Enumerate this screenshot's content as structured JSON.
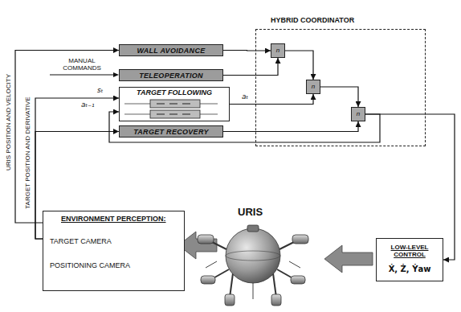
{
  "diagram": {
    "nodes": [
      {
        "text": [
          "WALL AVOIDANCE"
        ]
      },
      {
        "text": [
          "TELEOPERATION"
        ]
      },
      {
        "text": [
          "TARGET FOLLOWING"
        ]
      },
      {
        "text": [
          "TARGET RECOVERY"
        ]
      },
      {
        "text": [
          "HYBRID COORDINATOR"
        ]
      },
      {
        "text": [
          "n"
        ],
        "in": 4
      },
      {
        "text": [
          "n"
        ],
        "in": 4
      },
      {
        "text": [
          "n"
        ],
        "in": 4
      },
      {
        "text": [
          "ENVIRONMENT PERCEPTION:",
          "TARGET CAMERA",
          "POSITIONING CAMERA"
        ]
      },
      {
        "text": [
          "LOW-LEVEL CONTROL",
          "Ẋ, Ż, Ẏaw"
        ]
      }
    ],
    "edges": [
      {
        "from": 0,
        "to": 5,
        "arrow": "to"
      },
      {
        "from": 1,
        "to": 5,
        "arrow": "to"
      },
      {
        "from": 5,
        "to": 6,
        "arrow": "to"
      },
      {
        "from": 2,
        "to": 6,
        "arrow": "to"
      },
      {
        "from": 6,
        "to": 7,
        "arrow": "to"
      },
      {
        "from": 3,
        "to": 7,
        "arrow": "to"
      },
      {
        "from": 7,
        "to": 9,
        "arrow": "to"
      },
      {
        "from": 8,
        "to": 0,
        "arrow": "to"
      },
      {
        "from": 8,
        "to": 2,
        "arrow": "to"
      },
      {
        "from": 8,
        "to": 3,
        "arrow": "to"
      },
      {
        "from": 7,
        "to": 2,
        "arrow": "to"
      }
    ],
    "labels": [
      "MANUAL COMMANDS",
      "URIS POSITION AND VELOCITY",
      "TARGET POSITION AND DERIVATIVE",
      "sₜ",
      "aₜ₋₁",
      "aₜ",
      "URIS"
    ]
  }
}
